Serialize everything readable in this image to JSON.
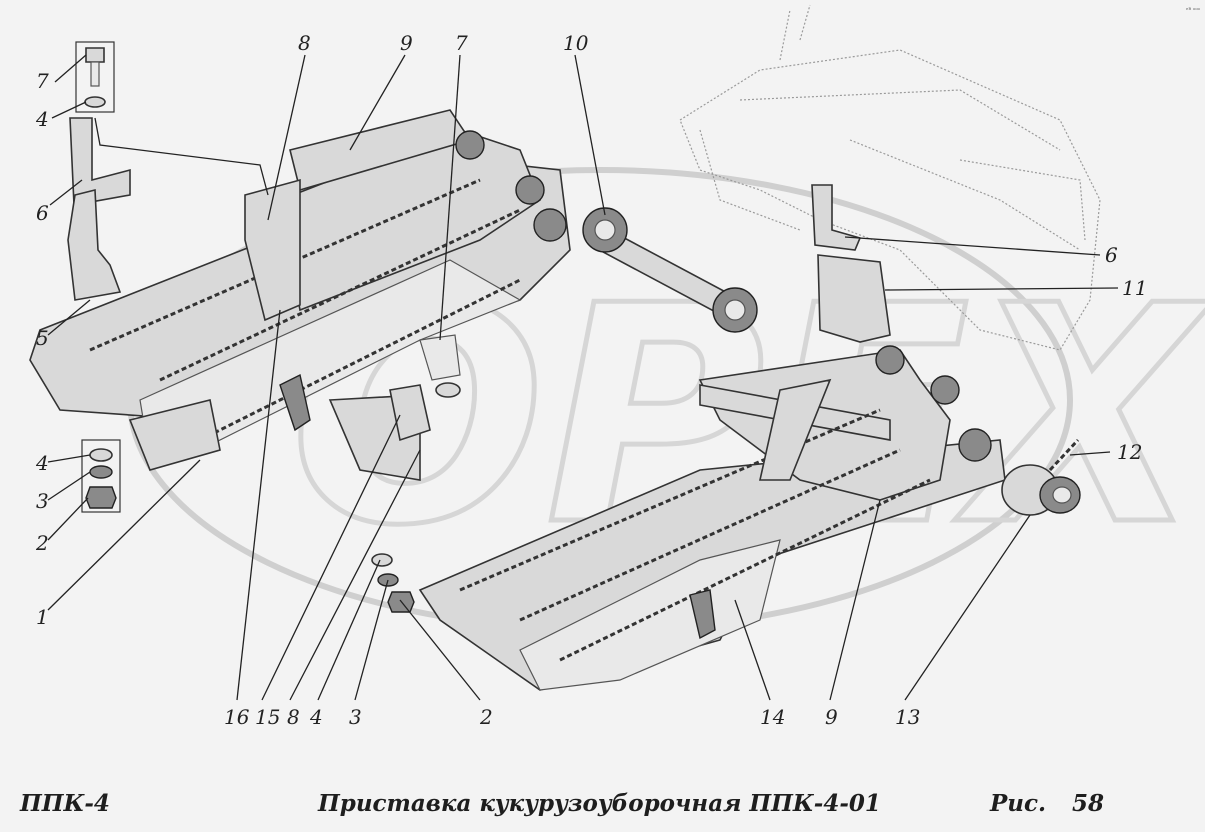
{
  "callouts": [
    "7",
    "4",
    "6",
    "5",
    "8",
    "9",
    "7",
    "10",
    "6",
    "11",
    "12",
    "4",
    "3",
    "2",
    "1",
    "16",
    "15",
    "8",
    "4",
    "3",
    "2",
    "14",
    "9",
    "13"
  ],
  "watermark": "ОРЕХ",
  "corner_mark": "ᵉᴮ ᵒᵒᵒ",
  "footer": {
    "left": "ППК-4",
    "center": "Приставка кукурузоуборочная ППК-4-01",
    "fig_label": "Рис.",
    "fig_number": "58"
  }
}
